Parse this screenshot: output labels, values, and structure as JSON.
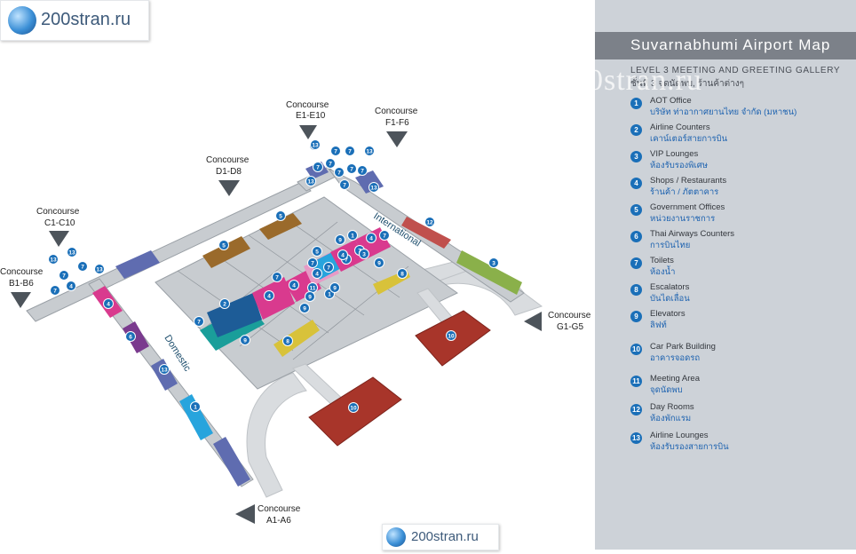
{
  "panel": {
    "title": "Suvarnabhumi Airport Map",
    "level": "LEVEL 3  MEETING AND GREETING GALLERY",
    "level_th": "ชั้นที่ 3  จุดนัดพบ, ร้านค้าต่างๆ"
  },
  "watermark": {
    "top_logo": "200stran.ru",
    "bottom_logo": "200stran.ru",
    "panel_watermark": "200stran.ru"
  },
  "legend": [
    {
      "num": "1",
      "en": "AOT Office",
      "th": "บริษัท ท่าอากาศยานไทย จำกัด (มหาชน)",
      "color": "#27a4dd"
    },
    {
      "num": "2",
      "en": "Airline Counters",
      "th": "เคาน์เตอร์สายการบิน",
      "color": "#1d5c97"
    },
    {
      "num": "3",
      "en": "VIP Lounges",
      "th": "ห้องรับรองพิเศษ",
      "color": "#8ab04a"
    },
    {
      "num": "4",
      "en": "Shops / Restaurants",
      "th": "ร้านค้า / ภัตตาคาร",
      "color": "#d93a8e"
    },
    {
      "num": "5",
      "en": "Government Offices",
      "th": "หน่วยงานราชการ",
      "color": "#9a6a2b"
    },
    {
      "num": "6",
      "en": "Thai Airways Counters",
      "th": "การบินไทย",
      "color": "#7a3a8e"
    },
    {
      "num": "7",
      "en": "Toilets",
      "th": "ห้องน้ำ",
      "color": "#1a9e9a"
    },
    {
      "num": "8",
      "en": "Escalators",
      "th": "บันไดเลื่อน",
      "color": "#d8c23a"
    },
    {
      "num": "9",
      "en": "Elevators",
      "th": "ลิฟท์",
      "color": "#e8d98a"
    },
    {
      "num": "10",
      "en": "Car Park Building",
      "th": "อาคารจอดรถ",
      "color": "#a8352a"
    },
    {
      "num": "11",
      "en": "Meeting Area",
      "th": "จุดนัดพบ",
      "color": "#e79ac6"
    },
    {
      "num": "12",
      "en": "Day Rooms",
      "th": "ห้องพักแรม",
      "color": "#c0504d"
    },
    {
      "num": "13",
      "en": "Airline Lounges",
      "th": "ห้องรับรองสายการบิน",
      "color": "#5f6cb0"
    }
  ],
  "concourses": [
    {
      "line1": "Concourse",
      "line2": "E1-E10"
    },
    {
      "line1": "Concourse",
      "line2": "F1-F6"
    },
    {
      "line1": "Concourse",
      "line2": "D1-D8"
    },
    {
      "line1": "Concourse",
      "line2": "C1-C10"
    },
    {
      "line1": "Concourse",
      "line2": "B1-B6"
    },
    {
      "line1": "Concourse",
      "line2": "G1-G5"
    },
    {
      "line1": "Concourse",
      "line2": "A1-A6"
    }
  ],
  "zones": {
    "international": "International",
    "domestic": "Domestic"
  },
  "map_markers": [
    "13",
    "7",
    "7",
    "13",
    "7",
    "7",
    "7",
    "7",
    "13",
    "7",
    "13",
    "7",
    "12",
    "3",
    "5",
    "5",
    "1",
    "9",
    "4",
    "7",
    "7",
    "7",
    "4",
    "5",
    "9",
    "4",
    "7",
    "3",
    "7",
    "4",
    "1",
    "11",
    "9",
    "9",
    "7",
    "4",
    "8",
    "2",
    "7",
    "4",
    "9",
    "9",
    "8",
    "10",
    "10",
    "13",
    "13",
    "13",
    "13",
    "7",
    "7",
    "7",
    "4",
    "6",
    "13",
    "1"
  ]
}
